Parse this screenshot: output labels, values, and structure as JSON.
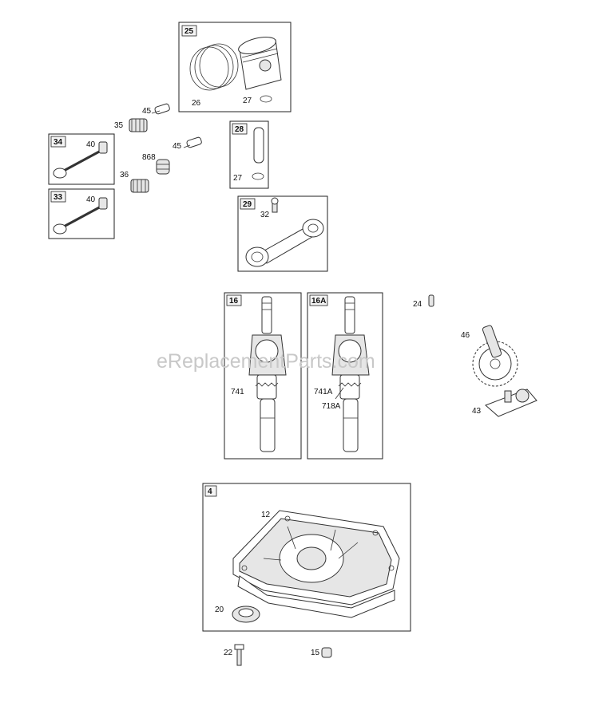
{
  "watermark": "eReplacementParts.com",
  "groups": [
    {
      "id": "25",
      "parts": [
        "26",
        "27"
      ]
    },
    {
      "id": "28",
      "parts": [
        "27"
      ]
    },
    {
      "id": "34",
      "parts": [
        "40"
      ]
    },
    {
      "id": "33",
      "parts": [
        "40"
      ]
    },
    {
      "id": "29",
      "parts": [
        "32"
      ]
    },
    {
      "id": "16",
      "parts": [
        "741"
      ]
    },
    {
      "id": "16A",
      "parts": [
        "741A",
        "718A"
      ]
    },
    {
      "id": "4",
      "parts": [
        "12"
      ]
    }
  ],
  "loose_parts": [
    "45",
    "35",
    "868",
    "45",
    "36",
    "24",
    "46",
    "43",
    "20",
    "22",
    "15"
  ]
}
